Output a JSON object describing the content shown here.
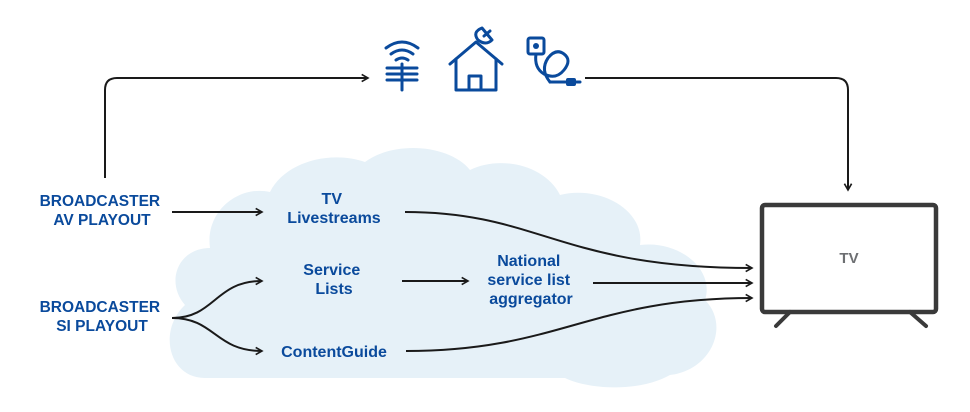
{
  "colors": {
    "label": "#0a4a9c",
    "icon": "#0a4a9c",
    "cloud": "#e6f1f8",
    "arrow": "#1a1a1a",
    "tv_frame": "#3a3a3a",
    "tv_label": "#6d6f72"
  },
  "sources": {
    "av_playout": [
      "BROADCASTER",
      "AV PLAYOUT"
    ],
    "si_playout": [
      "BROADCASTER",
      "SI PLAYOUT"
    ]
  },
  "cloud_nodes": {
    "tv_livestreams": [
      "TV",
      "Livestreams"
    ],
    "service_lists": [
      "Service",
      "Lists"
    ],
    "content_guide": [
      "ContentGuide"
    ],
    "aggregator": [
      "National",
      "service list",
      "aggregator"
    ]
  },
  "destination": {
    "tv_label": "TV"
  },
  "broadcast_icons": [
    "antenna-tower-icon",
    "satellite-house-icon",
    "cable-plug-icon"
  ]
}
